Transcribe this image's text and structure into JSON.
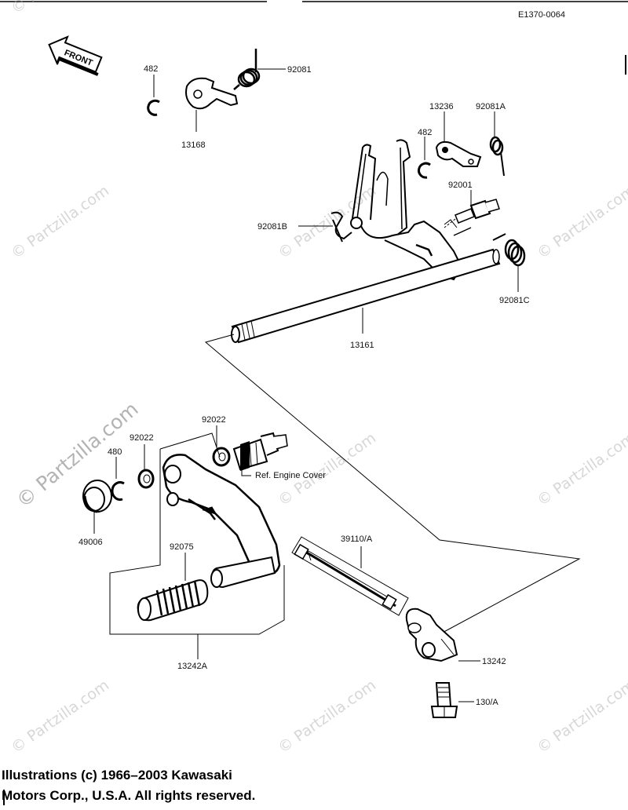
{
  "diagram": {
    "code": "E1370-0064",
    "front_label": "FRONT",
    "watermark": "© Partzilla.com",
    "callouts": {
      "p482a": "482",
      "p92081": "92081",
      "p13168": "13168",
      "p13236": "13236",
      "p92081A": "92081A",
      "p482b": "482",
      "p92001": "92001",
      "p92081B": "92081B",
      "p92081C": "92081C",
      "p13161": "13161",
      "p480": "480",
      "p92022a": "92022",
      "p92022b": "92022",
      "ref_engine_cover": "Ref.  Engine Cover",
      "p49006": "49006",
      "p92075": "92075",
      "p39110A": "39110/A",
      "p13242": "13242",
      "p13242A": "13242A",
      "p130A": "130/A"
    }
  },
  "footer": {
    "line1": "Illustrations (c) 1966–2003 Kawasaki",
    "line2": "Motors Corp., U.S.A.  All rights reserved."
  }
}
